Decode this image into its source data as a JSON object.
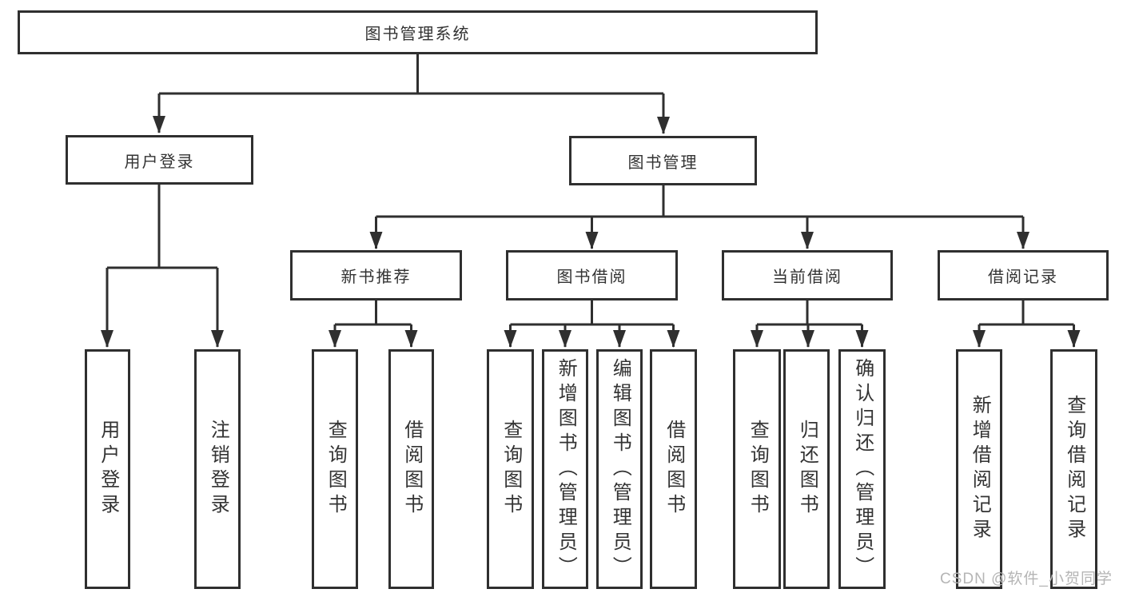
{
  "diagram": {
    "root": {
      "label": "图书管理系统"
    },
    "level2": [
      {
        "id": "user-login",
        "label": "用户登录"
      },
      {
        "id": "book-management",
        "label": "图书管理"
      }
    ],
    "level3": [
      {
        "id": "new-book-recommend",
        "label": "新书推荐",
        "parent": "图书管理"
      },
      {
        "id": "book-borrow",
        "label": "图书借阅",
        "parent": "图书管理"
      },
      {
        "id": "current-borrow",
        "label": "当前借阅",
        "parent": "图书管理"
      },
      {
        "id": "borrow-records",
        "label": "借阅记录",
        "parent": "图书管理"
      }
    ],
    "leaves": [
      {
        "label": "用户登录",
        "parent": "用户登录"
      },
      {
        "label": "注销登录",
        "parent": "用户登录"
      },
      {
        "label": "查询图书",
        "parent": "新书推荐"
      },
      {
        "label": "借阅图书",
        "parent": "新书推荐"
      },
      {
        "label": "查询图书",
        "parent": "图书借阅"
      },
      {
        "label": "新增图书（管理员）",
        "parent": "图书借阅"
      },
      {
        "label": "编辑图书（管理员）",
        "parent": "图书借阅"
      },
      {
        "label": "借阅图书",
        "parent": "图书借阅"
      },
      {
        "label": "查询图书",
        "parent": "当前借阅"
      },
      {
        "label": "归还图书",
        "parent": "当前借阅"
      },
      {
        "label": "确认归还（管理员）",
        "parent": "当前借阅"
      },
      {
        "label": "新增借阅记录",
        "parent": "借阅记录"
      },
      {
        "label": "查询借阅记录",
        "parent": "借阅记录"
      }
    ],
    "watermark": "CSDN @软件_小贺同学",
    "colors": {
      "line": "#2f2f2f",
      "text": "#333333",
      "watermark": "#b5b5b5",
      "background": "#ffffff"
    }
  }
}
